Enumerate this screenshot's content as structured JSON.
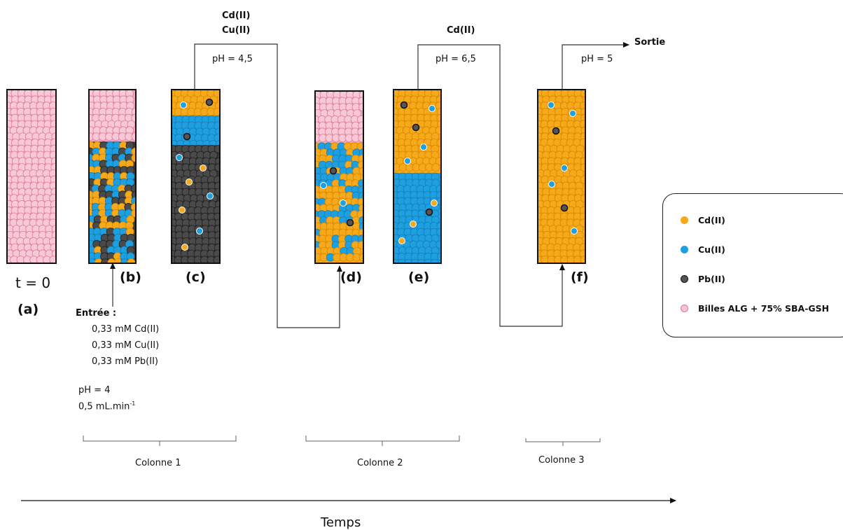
{
  "colors": {
    "cd": "#f5a91b",
    "cu": "#1ea0e0",
    "pb": "#555555",
    "beads": "#f2a6bd",
    "outline": "#111111"
  },
  "columns": [
    {
      "id": "a",
      "layers": [
        {
          "species": "beads",
          "fraction": 1.0
        }
      ],
      "dots": []
    },
    {
      "id": "b",
      "layers": [
        {
          "species": "beads",
          "fraction": 0.3
        },
        {
          "species": "mixed",
          "fraction": 0.7
        }
      ],
      "dots": []
    },
    {
      "id": "c",
      "layers": [
        {
          "species": "cd",
          "fraction": 0.15
        },
        {
          "species": "cu",
          "fraction": 0.17
        },
        {
          "species": "pb",
          "fraction": 0.68
        }
      ],
      "dots": []
    },
    {
      "id": "d",
      "layers": [
        {
          "species": "beads",
          "fraction": 0.3
        },
        {
          "species": "mixed-cdcu",
          "fraction": 0.7
        }
      ],
      "dots": []
    },
    {
      "id": "e",
      "layers": [
        {
          "species": "cd",
          "fraction": 0.48
        },
        {
          "species": "cu",
          "fraction": 0.52
        }
      ],
      "dots": []
    },
    {
      "id": "f",
      "layers": [
        {
          "species": "cd",
          "fraction": 1.0
        }
      ],
      "dots": []
    }
  ],
  "labels": {
    "a": "(a)",
    "b": "(b)",
    "c": "(c)",
    "d": "(d)",
    "e": "(e)",
    "f": "(f)",
    "t0": "t = 0"
  },
  "inlet": {
    "title": "Entrée :",
    "lines": [
      "0,33 mM Cd(II)",
      "0,33 mM Cu(II)",
      "0,33 mM Pb(II)"
    ],
    "ph": "pH = 4",
    "flow": "0,5 mL.min",
    "flow_exp": "-1"
  },
  "transfers": [
    {
      "species": [
        "Cd(II)",
        "Cu(II)"
      ],
      "ph": "pH = 4,5"
    },
    {
      "species": [
        "Cd(II)"
      ],
      "ph": "pH = 6,5"
    },
    {
      "species": [],
      "ph": "pH = 5"
    }
  ],
  "outlet": "Sortie",
  "groups": [
    "Colonne 1",
    "Colonne 2",
    "Colonne 3"
  ],
  "time_axis": "Temps",
  "legend": [
    {
      "label": "Cd(II)",
      "icon": "cd-dot-icon"
    },
    {
      "label": "Cu(II)",
      "icon": "cu-dot-icon"
    },
    {
      "label": "Pb(II)",
      "icon": "pb-dot-icon"
    },
    {
      "label": "Billes ALG + 75% SBA-GSH",
      "icon": "beads-dot-icon"
    }
  ]
}
